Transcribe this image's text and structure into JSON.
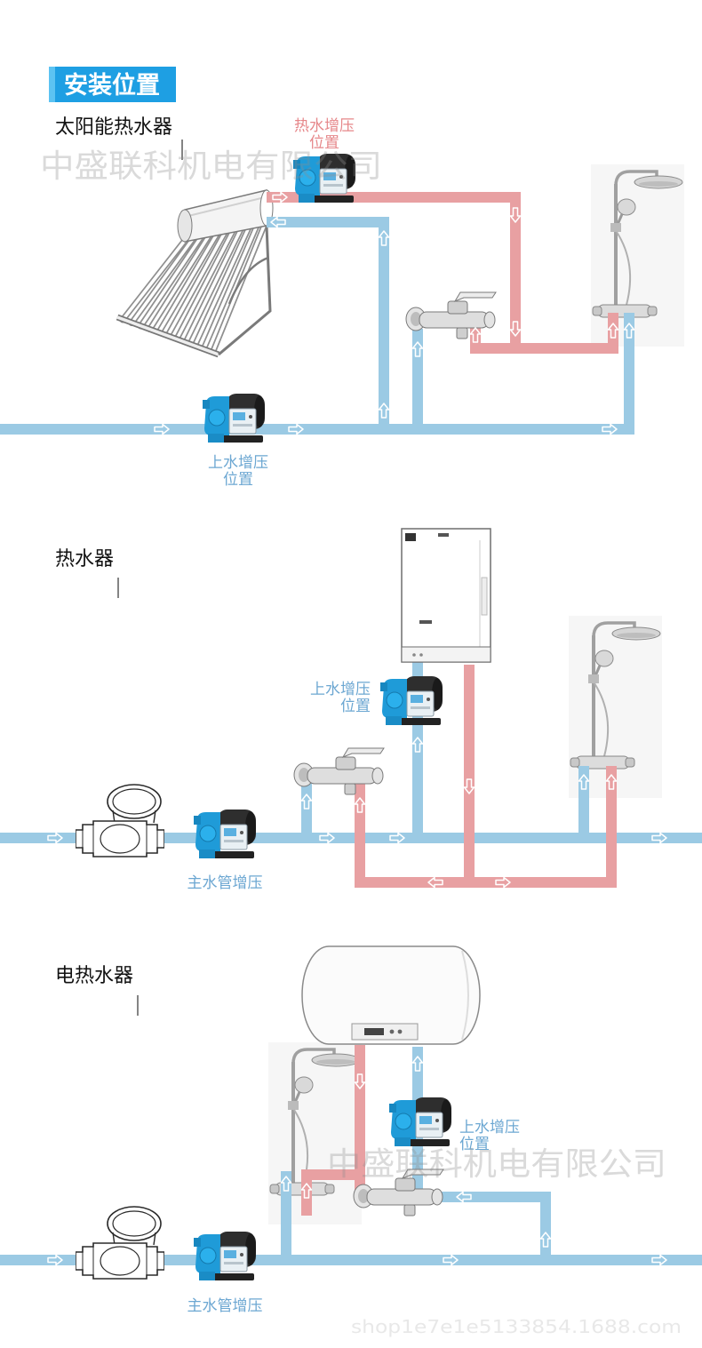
{
  "badge": {
    "label": "安装位置"
  },
  "solar": {
    "title": "太阳能热水器",
    "hot_boost": {
      "line1": "热水增压",
      "line2": "位置"
    },
    "inlet_boost": {
      "line1": "上水增压",
      "line2": "位置"
    }
  },
  "gas": {
    "title": "热水器",
    "inlet_boost": {
      "line1": "上水增压",
      "line2": "位置"
    },
    "main_boost": "主水管增压"
  },
  "electric": {
    "title": "电热水器",
    "inlet_boost": {
      "line1": "上水增压",
      "line2": "位置"
    },
    "main_boost": "主水管增压"
  },
  "watermark": {
    "company": "中盛联科机电有限公司",
    "shop": "shop1e7e1e5133854.1688.com"
  },
  "colors": {
    "badge": "#1e9fe3",
    "cold_pipe": "#9bcae4",
    "hot_pipe": "#e8a0a2",
    "cold_label": "#6ca7d2",
    "hot_label": "#e6878a",
    "title": "#111111"
  }
}
